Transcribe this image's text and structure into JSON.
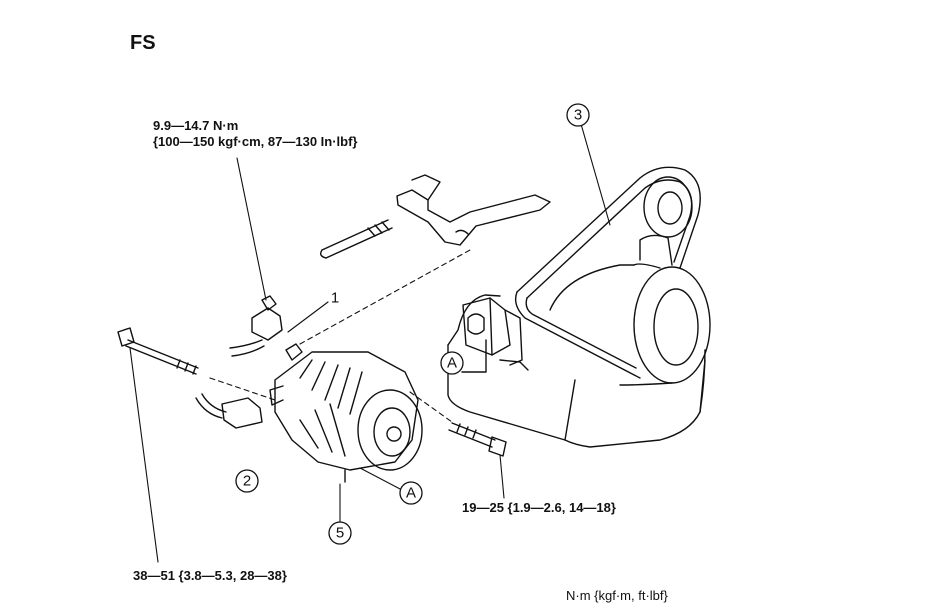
{
  "engine_code": "FS",
  "torque_specs": {
    "bolt_top_line1": "9.9—14.7 N·m",
    "bolt_top_line2": "{100—150 kgf·cm, 87—130 In·lbf}",
    "bolt_right": "19—25 {1.9—2.6, 14—18}",
    "bolt_bottom_left": "38—51 {3.8—5.3, 28—38}"
  },
  "units_legend": "N·m {kgf·m, ft·lbf}",
  "callouts": {
    "c1": "1",
    "c2": "2",
    "c3": "3",
    "c5": "5",
    "ref_a_engine": "A",
    "ref_a_alternator": "A"
  },
  "components": [
    "alternator-terminal-nut",
    "alternator",
    "drive-belt",
    "pulley",
    "adjusting-bracket",
    "mounting-bracket"
  ]
}
